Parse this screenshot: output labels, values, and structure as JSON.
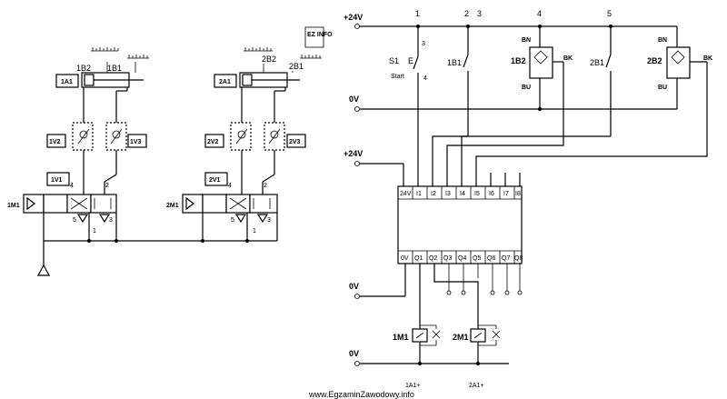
{
  "pneumatic": {
    "cyl1": {
      "tag": "1A1",
      "sensor_left": "1B2",
      "sensor_right": "1B1"
    },
    "cyl2": {
      "tag": "2A1",
      "sensor_left": "2B2",
      "sensor_right": "2B1"
    },
    "throttles1": {
      "left": "1V2",
      "right": "1V3"
    },
    "throttles2": {
      "left": "2V2",
      "right": "2V3"
    },
    "valve1": {
      "tag": "1V1",
      "solenoid": "1M1",
      "port4": "4",
      "port2": "2",
      "port5": "5",
      "port3": "3",
      "port1": "1"
    },
    "valve2": {
      "tag": "2V1",
      "solenoid": "2M1",
      "port4": "4",
      "port2": "2",
      "port5": "5",
      "port3": "3",
      "port1": "1"
    }
  },
  "electrical": {
    "plus24_top": "+24V",
    "zero_mid": "0V",
    "plus24_plc": "+24V",
    "zero_plc": "0V",
    "zero_bottom": "0V",
    "node_numbers": [
      "1",
      "2",
      "3",
      "4",
      "5"
    ],
    "s1": {
      "tag": "S1",
      "contact": "E",
      "label": "Start",
      "term3": "3",
      "term4": "4"
    },
    "reed_1b1": "1B1",
    "reed_2b1": "2B1",
    "sensor_1b2": {
      "tag": "1B2",
      "bn": "BN",
      "bk": "BK",
      "bu": "BU"
    },
    "sensor_2b2": {
      "tag": "2B2",
      "bn": "BN",
      "bk": "BK",
      "bu": "BU"
    },
    "plc_inputs": [
      "24V",
      "I1",
      "I2",
      "I3",
      "I4",
      "I5",
      "I6",
      "I7",
      "I8"
    ],
    "plc_outputs": [
      "0V",
      "Q1",
      "Q2",
      "Q3",
      "Q4",
      "Q5",
      "Q6",
      "Q7",
      "Q8"
    ],
    "coil1": "1M1",
    "coil2": "2M1",
    "coil1_caption": "1A1+",
    "coil2_caption": "2A1+"
  },
  "logo": "EZ INFO",
  "watermark": "www.EgzaminZawodowy.info"
}
